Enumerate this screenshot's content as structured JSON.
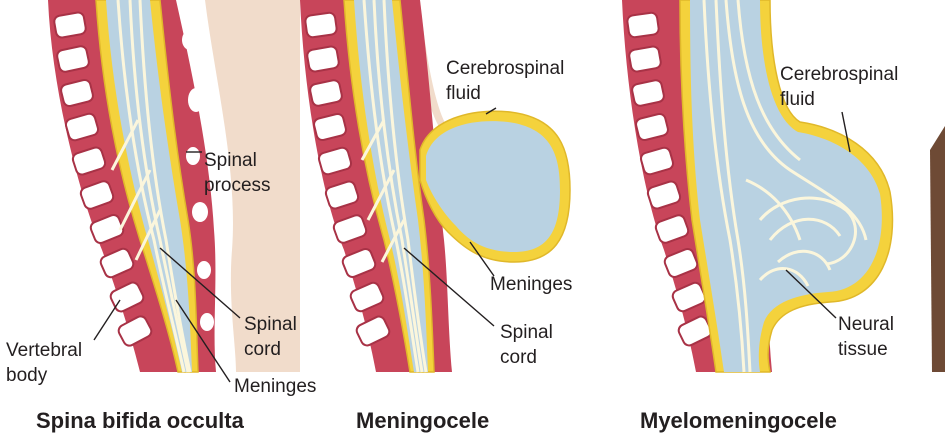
{
  "colors": {
    "bone_outline": "#c8455a",
    "bone_block": "#ffffff",
    "meninges": "#f4d23c",
    "meninges_edge": "#e0b82a",
    "csf": "#b9d2e2",
    "nerve": "#fbf6dc",
    "skin": "#f1dccb",
    "label": "#231f20"
  },
  "panels": [
    {
      "caption": "Spina bifida occulta",
      "labels": {
        "spinal_process": [
          "Spinal",
          "process"
        ],
        "spinal_cord": [
          "Spinal",
          "cord"
        ],
        "vertebral_body": [
          "Vertebral",
          "body"
        ],
        "meninges": [
          "Meninges"
        ]
      }
    },
    {
      "caption": "Meningocele",
      "labels": {
        "csf": [
          "Cerebrospinal",
          "fluid"
        ],
        "meninges": [
          "Meninges"
        ],
        "spinal_cord": [
          "Spinal",
          "cord"
        ]
      }
    },
    {
      "caption": "Myelomeningocele",
      "labels": {
        "csf": [
          "Cerebrospinal",
          "fluid"
        ],
        "neural_tissue": [
          "Neural",
          "tissue"
        ]
      }
    }
  ]
}
